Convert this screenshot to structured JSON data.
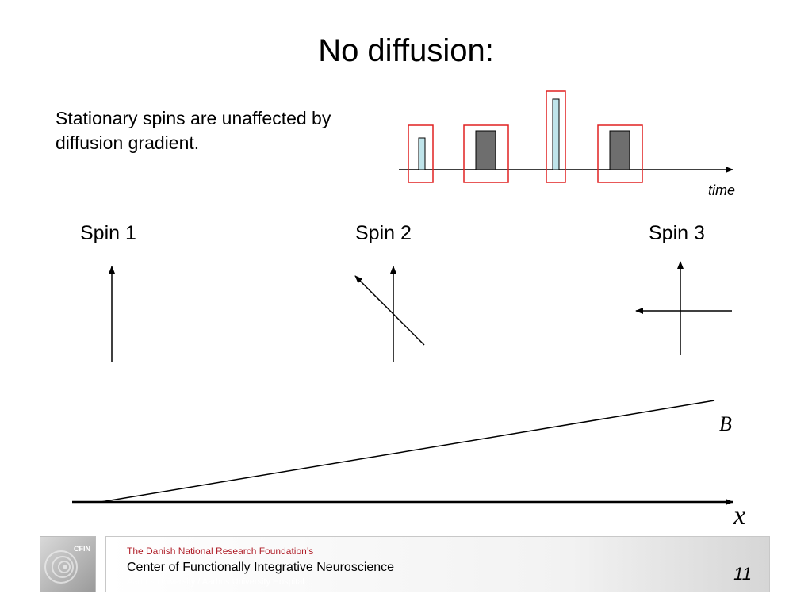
{
  "slide": {
    "title": "No diffusion:",
    "subtitle": "Stationary spins are unaffected by diffusion gradient.",
    "time_label": "time",
    "spin_labels": [
      "Spin 1",
      "Spin 2",
      "Spin 3"
    ],
    "b_label": "B",
    "x_label": "x"
  },
  "footer": {
    "foundation": "The Danish National Research Foundation’s",
    "center": "Center of Functionally Integrative Neuroscience",
    "university": "Aarhus University / Aarhus University Hospital",
    "page_number": "11",
    "logo_text": "CFIN"
  },
  "colors": {
    "highlight_box": "#e02020",
    "thin_pulse_fill": "#bfe4ea",
    "gradient_pulse_fill": "#6e6e6e",
    "footer_accent": "#b0202a"
  }
}
